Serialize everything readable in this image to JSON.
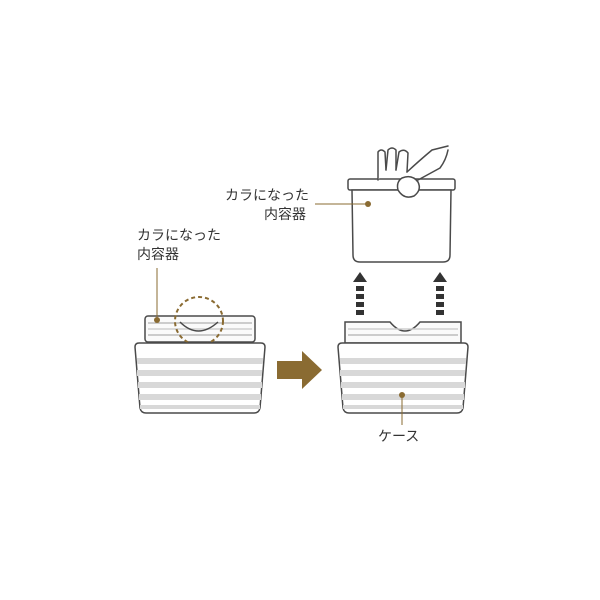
{
  "labels": {
    "left_line1": "カラになった",
    "left_line2": "内容器",
    "right_line1": "カラになった",
    "right_line2": "内容器",
    "case": "ケース"
  },
  "colors": {
    "accent": "#8a6b32",
    "outline": "#4a4a4a",
    "stripe": "#d8d8d8",
    "arrow_up": "#333333"
  },
  "icons": {
    "transition_arrow": "right-arrow-icon",
    "lift_arrows": "dashed-up-arrow-icon",
    "hand": "hand-icon"
  }
}
